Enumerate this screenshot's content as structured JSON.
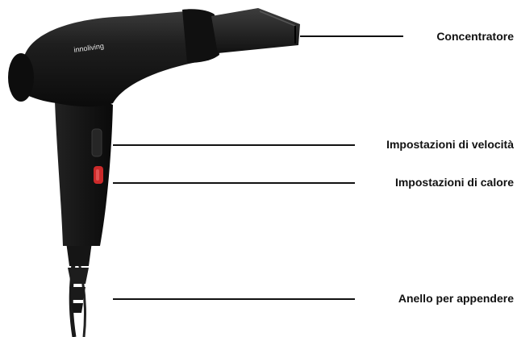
{
  "product": {
    "brand_mark": "innoliving",
    "colors": {
      "body": "#151515",
      "accent": "#cc2a2a",
      "leader": "#111111"
    }
  },
  "callouts": [
    {
      "label": "Concentratore"
    },
    {
      "label": "Impostazioni di velocità"
    },
    {
      "label": "Impostazioni di calore"
    },
    {
      "label": "Anello per appendere"
    }
  ]
}
